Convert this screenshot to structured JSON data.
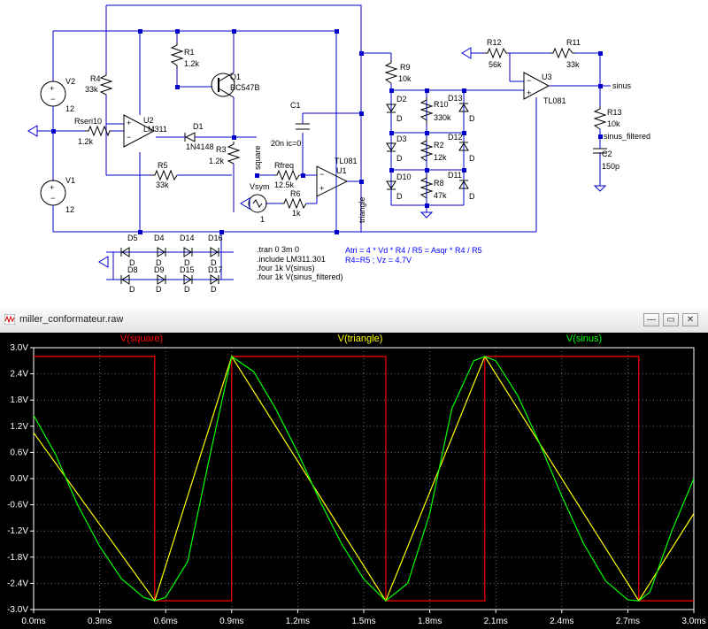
{
  "schematic": {
    "components": {
      "v2": {
        "name": "V2",
        "value": "12"
      },
      "v1": {
        "name": "V1",
        "value": "12"
      },
      "r4": {
        "name": "R4",
        "value": "33k"
      },
      "rseri": {
        "name": "Rseri10",
        "value": "1.2k"
      },
      "u2": {
        "name": "U2",
        "value": "LM311"
      },
      "r1": {
        "name": "R1",
        "value": "1.2k"
      },
      "q1": {
        "name": "Q1",
        "value": "BC547B"
      },
      "d1": {
        "name": "D1",
        "value": "1N4148"
      },
      "r3": {
        "name": "R3",
        "value": "1.2k"
      },
      "r5": {
        "name": "R5",
        "value": "33k"
      },
      "c1": {
        "name": "C1",
        "value": "20n ic=0"
      },
      "u1": {
        "name": "U1",
        "value": "TL081"
      },
      "rfreq": {
        "name": "Rfreq",
        "value": "12.5k"
      },
      "r6": {
        "name": "R6",
        "value": "1k"
      },
      "vsym": {
        "name": "Vsym",
        "value": "1"
      },
      "r9": {
        "name": "R9",
        "value": "10k"
      },
      "r10": {
        "name": "R10",
        "value": "330k"
      },
      "r2": {
        "name": "R2",
        "value": "12k"
      },
      "r8": {
        "name": "R8",
        "value": "47k"
      },
      "r12": {
        "name": "R12",
        "value": "56k"
      },
      "r11": {
        "name": "R11",
        "value": "33k"
      },
      "u3": {
        "name": "U3",
        "value": "TL081"
      },
      "r13": {
        "name": "R13",
        "value": "10k"
      },
      "c2": {
        "name": "C2",
        "value": "150p"
      }
    },
    "diodes": {
      "d2": "D2",
      "d3": "D3",
      "d10": "D10",
      "d13": "D13",
      "d12": "D12",
      "d11": "D11",
      "d5": "D5",
      "d4": "D4",
      "d14": "D14",
      "d16": "D16",
      "d8": "D8",
      "d9": "D9",
      "d15": "D15",
      "d17": "D17",
      "model": "D"
    },
    "nets": {
      "square": "square",
      "triangle": "triangle",
      "sinus": "sinus",
      "sinus_filtered": "sinus_filtered"
    },
    "directives": [
      ".tran 0 3m 0",
      ".include LM311.301",
      ".four 1k V(sinus)",
      ".four 1k V(sinus_filtered)"
    ],
    "comments": [
      "Atri = 4 * Vd * R4 / R5 = Asqr * R4 / R5",
      "R4=R5 ; Vz = 4.7V"
    ]
  },
  "window": {
    "title": "miller_conformateur.raw",
    "buttons": {
      "minimize": "—",
      "restore": "▭",
      "close": "✕"
    }
  },
  "colors": {
    "square": "#ff0000",
    "triangle": "#ffff00",
    "sinus": "#00ff00",
    "axes": "#ffffff",
    "plot_bg": "#000000"
  },
  "chart_data": {
    "type": "line",
    "xlabel": "",
    "ylabel": "",
    "xlim": [
      0,
      3.0
    ],
    "ylim": [
      -3.0,
      3.0
    ],
    "x_unit": "ms",
    "y_unit": "V",
    "grid": true,
    "legend": "top",
    "x_ticks": [
      "0.0ms",
      "0.3ms",
      "0.6ms",
      "0.9ms",
      "1.2ms",
      "1.5ms",
      "1.8ms",
      "2.1ms",
      "2.4ms",
      "2.7ms",
      "3.0ms"
    ],
    "y_ticks": [
      "3.0V",
      "2.4V",
      "1.8V",
      "1.2V",
      "0.6V",
      "0.0V",
      "-0.6V",
      "-1.2V",
      "-1.8V",
      "-2.4V",
      "-3.0V"
    ],
    "series": [
      {
        "name": "V(square)",
        "color": "#ff0000",
        "x": [
          0.0,
          0.55,
          0.55,
          0.9,
          0.9,
          1.6,
          1.6,
          2.05,
          2.05,
          2.75,
          2.75,
          3.0
        ],
        "y": [
          2.8,
          2.8,
          -2.8,
          -2.8,
          2.8,
          2.8,
          -2.8,
          -2.8,
          2.8,
          2.8,
          -2.8,
          -2.8
        ]
      },
      {
        "name": "V(triangle)",
        "color": "#ffff00",
        "x": [
          0.0,
          0.55,
          0.9,
          1.6,
          2.05,
          2.75,
          3.0
        ],
        "y": [
          1.05,
          -2.8,
          2.8,
          -2.8,
          2.8,
          -2.8,
          -0.8
        ]
      },
      {
        "name": "V(sinus)",
        "color": "#00ff00",
        "x": [
          0.0,
          0.1,
          0.2,
          0.3,
          0.4,
          0.5,
          0.55,
          0.6,
          0.7,
          0.8,
          0.9,
          1.0,
          1.1,
          1.2,
          1.3,
          1.4,
          1.5,
          1.6,
          1.7,
          1.8,
          1.9,
          2.0,
          2.05,
          2.1,
          2.2,
          2.3,
          2.4,
          2.5,
          2.6,
          2.7,
          2.75,
          2.8,
          2.9,
          3.0
        ],
        "y": [
          1.45,
          0.55,
          -0.6,
          -1.55,
          -2.3,
          -2.72,
          -2.8,
          -2.72,
          -1.9,
          0.5,
          2.8,
          2.45,
          1.6,
          0.6,
          -0.5,
          -1.5,
          -2.3,
          -2.8,
          -2.4,
          -0.8,
          1.6,
          2.7,
          2.8,
          2.7,
          1.9,
          0.8,
          -0.4,
          -1.5,
          -2.35,
          -2.78,
          -2.8,
          -2.6,
          -1.2,
          0.0
        ]
      }
    ]
  }
}
